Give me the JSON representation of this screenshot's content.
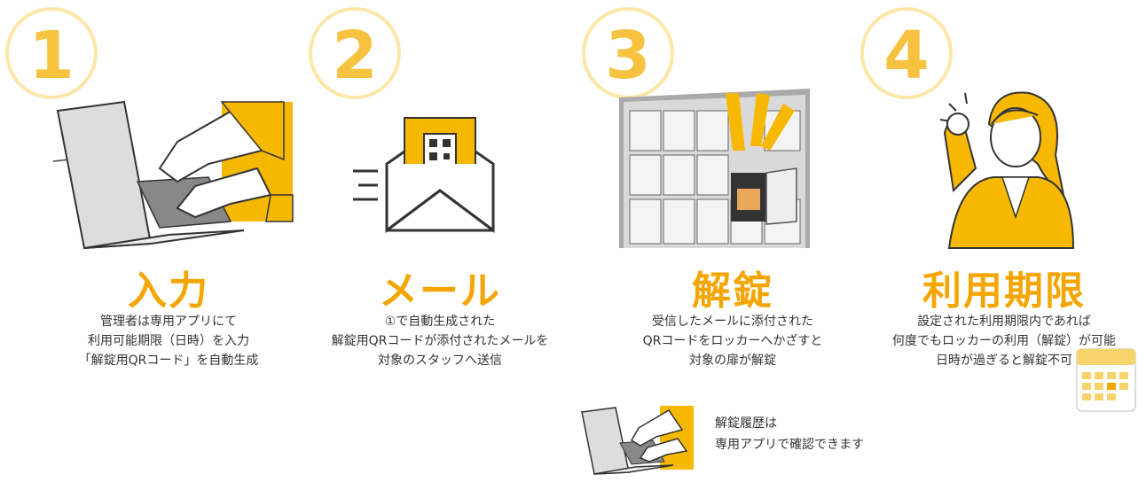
{
  "steps": [
    {
      "number": "1",
      "title": "入力",
      "lines": [
        "管理者は専用アプリにて",
        "利用可能期限（日時）を入力",
        "「解錠用QRコード」を自動生成"
      ]
    },
    {
      "number": "2",
      "title": "メール",
      "lines": [
        "①で自動生成された",
        "解錠用QRコードが添付されたメールを",
        "対象のスタッフへ送信"
      ]
    },
    {
      "number": "3",
      "title": "解錠",
      "lines": [
        "受信したメールに添付された",
        "QRコードをロッカーへかざすと",
        "対象の扉が解錠"
      ]
    },
    {
      "number": "4",
      "title": "利用期限",
      "lines": [
        "設定された利用期限内であれば",
        "何度でもロッカーの利用（解錠）が可能",
        "日時が過ぎると解錠不可"
      ]
    }
  ],
  "note": {
    "lines": [
      "解錠履歴は",
      "専用アプリで確認できます"
    ]
  },
  "colors": {
    "accent": "#f5a500",
    "circle": "#fde7a8",
    "yellow": "#f6b800"
  }
}
